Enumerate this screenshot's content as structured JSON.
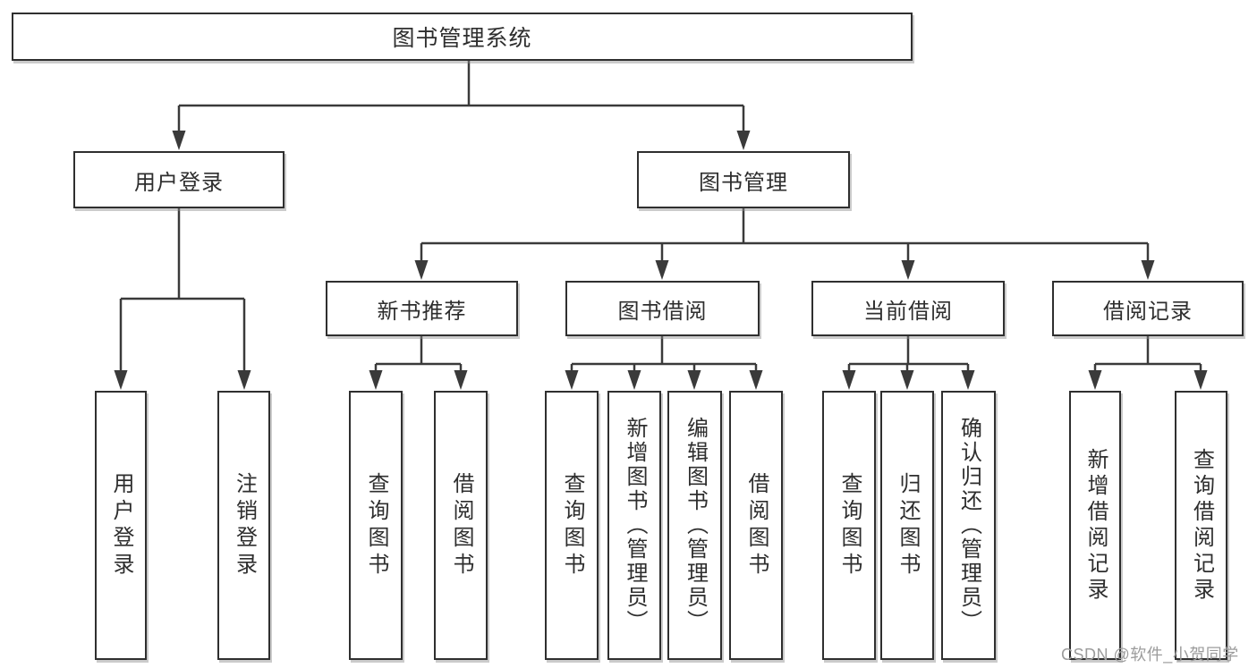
{
  "diagram": {
    "root": {
      "label": "图书管理系统"
    },
    "level2": [
      {
        "label": "用户登录"
      },
      {
        "label": "图书管理"
      }
    ],
    "level3": [
      {
        "label": "新书推荐"
      },
      {
        "label": "图书借阅"
      },
      {
        "label": "当前借阅"
      },
      {
        "label": "借阅记录"
      }
    ],
    "leaves": [
      {
        "label": "用户登录"
      },
      {
        "label": "注销登录"
      },
      {
        "label": "查询图书"
      },
      {
        "label": "借阅图书"
      },
      {
        "label": "查询图书"
      },
      {
        "label": "新增图书（管理员）"
      },
      {
        "label": "编辑图书（管理员）"
      },
      {
        "label": "借阅图书"
      },
      {
        "label": "查询图书"
      },
      {
        "label": "归还图书"
      },
      {
        "label": "确认归还（管理员）"
      },
      {
        "label": "新增借阅记录"
      },
      {
        "label": "查询借阅记录"
      }
    ],
    "colors": {
      "line": "#3a3a3a",
      "box_border": "#2f2f2f",
      "text": "#2e2e2e",
      "watermark": "#9c9c9c",
      "background": "#ffffff"
    }
  },
  "watermark": {
    "text": "CSDN @软件_小贺同学"
  }
}
